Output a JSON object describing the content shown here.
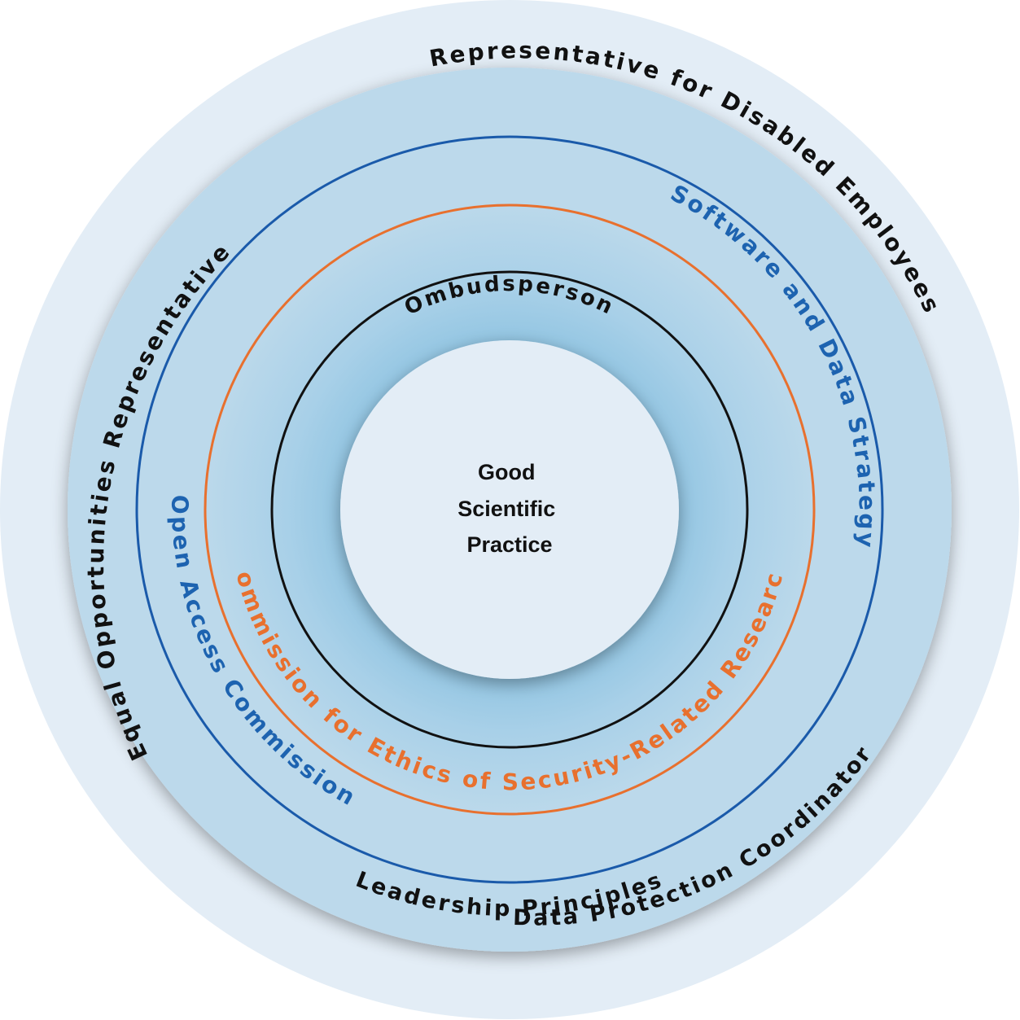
{
  "center": {
    "lines": [
      "Good",
      "Scientific",
      "Practice"
    ]
  },
  "labels": {
    "leadership": "Leadership Principles",
    "disabled": "Representative for Disabled Employees",
    "equal": "Equal Opportunities Representative",
    "data_protection": "Data Protection Coordinator",
    "software": "Software and Data Strategy",
    "open_access": "Open Access Commission",
    "ethics": "Commission for Ethics of Security-Related Research",
    "ombudsperson": "Ombudsperson"
  },
  "colors": {
    "outer_disc": "#e3edf6",
    "middle_disc": "#bcd9eb",
    "inner_glow": "#8ec3e1",
    "center_disc": "#e3edf6",
    "black_ring": "#111111",
    "orange_ring": "#e8702e",
    "blue_ring": "#1a5aaa",
    "black_text": "#111111",
    "blue_text": "#1d63b0",
    "orange_text": "#e8702e"
  }
}
